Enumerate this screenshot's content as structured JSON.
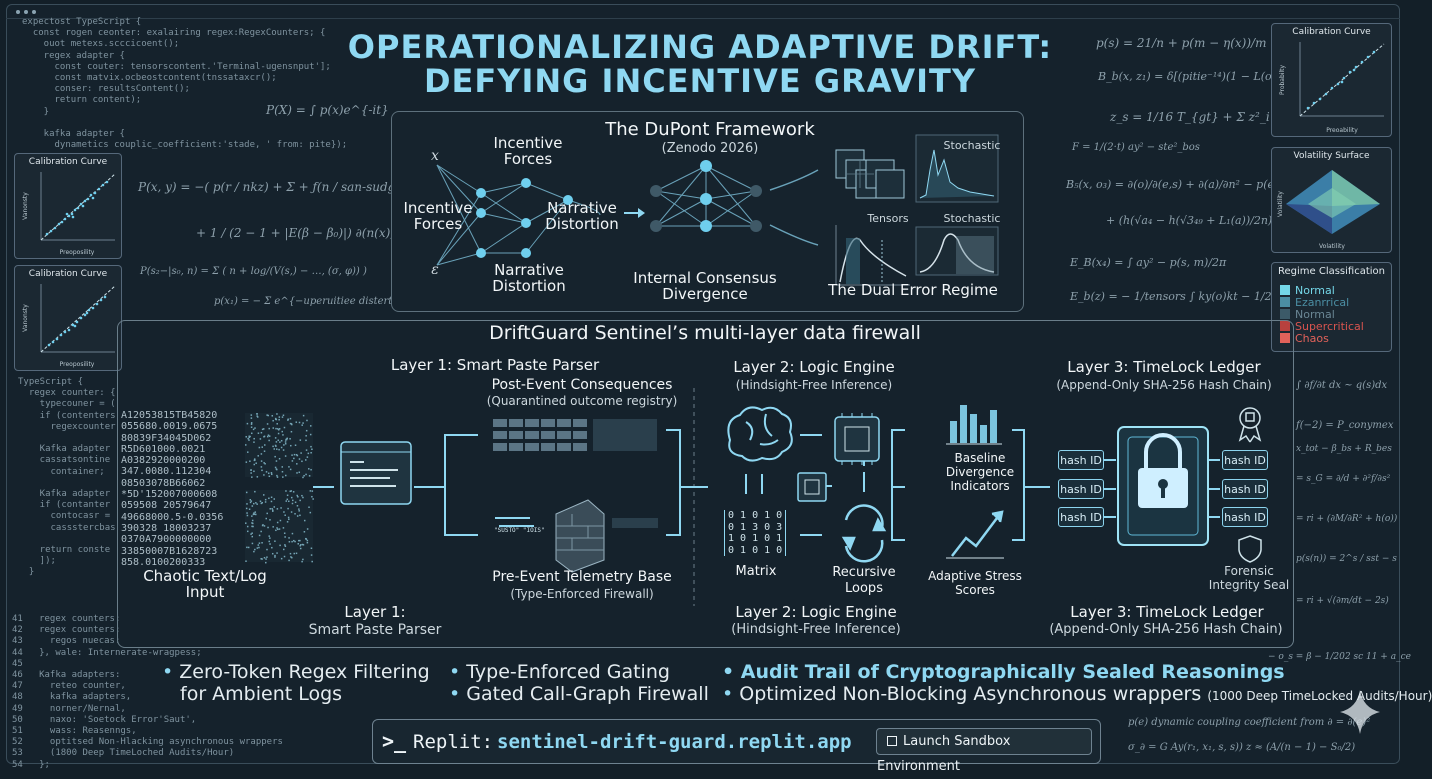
{
  "title": {
    "line1": "OPERATIONALIZING ADAPTIVE DRIFT:",
    "line2": "DEFYING INCENTIVE GRAVITY"
  },
  "background_code": {
    "top": "expectost TypeScript {\n  const rogen ceonter: exalairing regex:RegexCounters; {\n    ouot metexs.scccicoent();\n    regex adapter {\n      const couter: tensorscontent.'Terminal-ugensnput'];\n      const matvix.ocbeostcontent(tnssataxcr();\n      conser: resultsContent();\n      return content);\n    }\n\n    kafka adapter {\n      dynametics couplic_coefficient:'stade, ' from: pite});",
    "middle": "TypeScript {\n  regex counter: {\n    typecouner = (\n    if (contenters\n      regexcounter\n\n    Kafka adapter\n    cassatsontine\n      container;\n\n    Kafka adapter\n    if (contanter\n      contocasr =\n      cassstercbas\n\n    return conste\n    ]);\n  }",
    "bottom": "41   regex counters:\n42   regex counters:\n43     regos nuecas:\n44   }, wale: Internerate-wragpess;\n45\n46   Kafka adapters:\n47     reteo counter,\n48     kafka adapters,\n49     norner/Nernal,\n50     naxo: 'Soetock Error'Saut',\n51     wass: Reasenngs,\n52     optitsed Non-Hlacking asynchronous wrappers\n53     (1800 Deep TimeLoched Audits/Hour)\n54   };"
  },
  "background_math": [
    "P(X) = ∫ p(x)e^{-it}",
    "P(x, y) = −( p(r / nkz) + Σ + ƒ(n / san-sudge) )",
    "+ 1 / (2 − 1 + |E(β − β₀)|) ∂(n(x)) / f(t,y)",
    "P(s₂−|s₀, n) = Σ ( n + log/(V(s,) − …, (σ, φ)) )",
    "p(x₁) = − Σ e^{−uperuitiee distertion}",
    "p(s) = 21/n + p(m − η(x))/m",
    "B_b(x, z₁) = δ[(pitie⁻¹⁴)(1 − L(os))] / 2n",
    "z_s = 1/16 T_{gt} + Σ z²_i",
    "F = 1/(2·t) ay² − ste²_bos",
    "B₅(x, o₃) = ∂(o)/∂(e,s) + ∂(a)/∂n² − p(e)/σ_B(s,y)",
    "+ (h(√a₄ − h(√3₄₉ + L₁(a))/2n)",
    "E_B(x₄) = ∫ ay² − p(s, m)/2π",
    "E_b(z) = − 1/tensors ∫ ky(o)kt − 1/2t²",
    "∫ ∂f/∂t dx ~ q(s)dx",
    "f(−2) = P_conymex",
    "x_tot − β_bs + R_bes",
    "= s_G = ∂/d + ∂²f/∂s²",
    "= ri + (∂M/∂R² + h(o))",
    "p(s(n)) = 2^s / sst − s",
    "= ri + √(∂m/dt − 2s)",
    "− o_s = β − 1/202 sc 11 + a_ce",
    "p(e) dynamic coupling coefficient from ∂ = ∂(e)²",
    "σ_∂ = G Ay(r₁, x₁, s, s)) z ≈ (A/(n − 1) − S₀/2)"
  ],
  "dupont": {
    "title": "The DuPont Framework",
    "subtitle": "(Zenodo 2026)",
    "x_symbol": "x",
    "e_symbol": "ε",
    "node_incentive_top": "Incentive Forces",
    "node_incentive_left": "Incentive Forces",
    "node_narrative_right": "Narrative Distortion",
    "node_narrative_bottom": "Narrative Distortion",
    "consensus": "Internal Consensus Divergence",
    "stochastic_top": "Stochastic",
    "tensors": "Tensors",
    "stochastic_bottom": "Stochastic",
    "dual_error": "The Dual Error Regime"
  },
  "firewall": {
    "title": "DriftGuard Sentinel’s multi-layer data firewall",
    "chaotic_input": "Chaotic Text/Log Input",
    "chaotic_digits": [
      "A12053815TB45820",
      "055680.0019.0675",
      "80839F34045D062",
      "R5D601000.0021",
      "A0382920000200",
      "347.0080.112304",
      "08503078B66062",
      "*5D'152007000608",
      "059508 20579647",
      "49668000.5-0.0356",
      "390328 18003237",
      "0370A7900000000",
      "33850007B1628723",
      "858.0100200333"
    ],
    "layer1_header": "Layer 1: Smart Paste Parser",
    "post_event": "Post-Event Consequences",
    "post_event_sub": "(Quarantined outcome registry)",
    "pre_event": "Pre-Event Telemetry Base",
    "pre_event_sub": "(Type-Enforced Firewall)",
    "layer1_footer": "Layer 1:",
    "layer1_footer_sub": "Smart Paste Parser",
    "layer2_header": "Layer 2: Logic Engine",
    "layer2_header_sub": "(Hindsight-Free Inference)",
    "matrix_label": "Matrix",
    "matrix_rows": [
      "0 1 0 1 0",
      "0 1 3 0 3",
      "1 0 1 0 1",
      "0 1 0 1 0"
    ],
    "recursive_loops": "Recursive Loops",
    "baseline": "Baseline Divergence Indicators",
    "adaptive": "Adaptive Stress Scores",
    "layer2_footer": "Layer 2: Logic Engine",
    "layer2_footer_sub": "(Hindsight-Free Inference)",
    "layer3_header": "Layer 3: TimeLock Ledger",
    "layer3_header_sub": "(Append-Only SHA-256 Hash Chain)",
    "hash_label": "hash ID",
    "forensic_seal": "Forensic Integrity Seal",
    "layer3_footer": "Layer 3: TimeLock Ledger",
    "layer3_footer_sub": "(Append-Only SHA-256 Hash Chain)",
    "mini_packet": "\"SUSTO\" \"IOIS\""
  },
  "bullets": {
    "col1": [
      "Zero-Token Regex Filtering",
      "for Ambient Logs"
    ],
    "col2": [
      "Type-Enforced Gating",
      "Gated Call-Graph Firewall"
    ],
    "col3_highlight": "Audit Trail of Cryptographically Sealed Reasonings",
    "col3_second": "Optimized Non-Blocking Asynchronous wrappers",
    "col3_small": "(1000 Deep TimeLocked Audits/Hour)"
  },
  "bottom_bar": {
    "prompt": ">_",
    "label": "Replit:",
    "url": "sentinel-drift-guard.replit.app",
    "launch": "Launch Sandbox Environment"
  },
  "side_charts": {
    "calibration_title": "Calibration Curve",
    "calibration_xlabel": "Preoposility",
    "calibration_ylabel": "Vanonsty",
    "calibration_top_right_xlabel": "Preoability",
    "calibration_top_right_ylabel": "Probabilty",
    "volatility_title": "Volatility Surface",
    "volatility_xlabel": "Volatility",
    "volatility_ylabel": "Volatility"
  },
  "regime": {
    "title": "Regime Classification",
    "items": [
      {
        "label": "Normal",
        "color": "#74d7e8"
      },
      {
        "label": "Ezanrrical",
        "color": "#4b8ea3"
      },
      {
        "label": "Normal",
        "color": "#3c5a68"
      },
      {
        "label": "Supercritical",
        "color": "#b8413e"
      },
      {
        "label": "Chaos",
        "color": "#e2625a"
      }
    ]
  },
  "colors": {
    "accent": "#8fd8f2",
    "node": "#6fcfee",
    "panel_border": "#5d707c",
    "background": "#131f28"
  }
}
